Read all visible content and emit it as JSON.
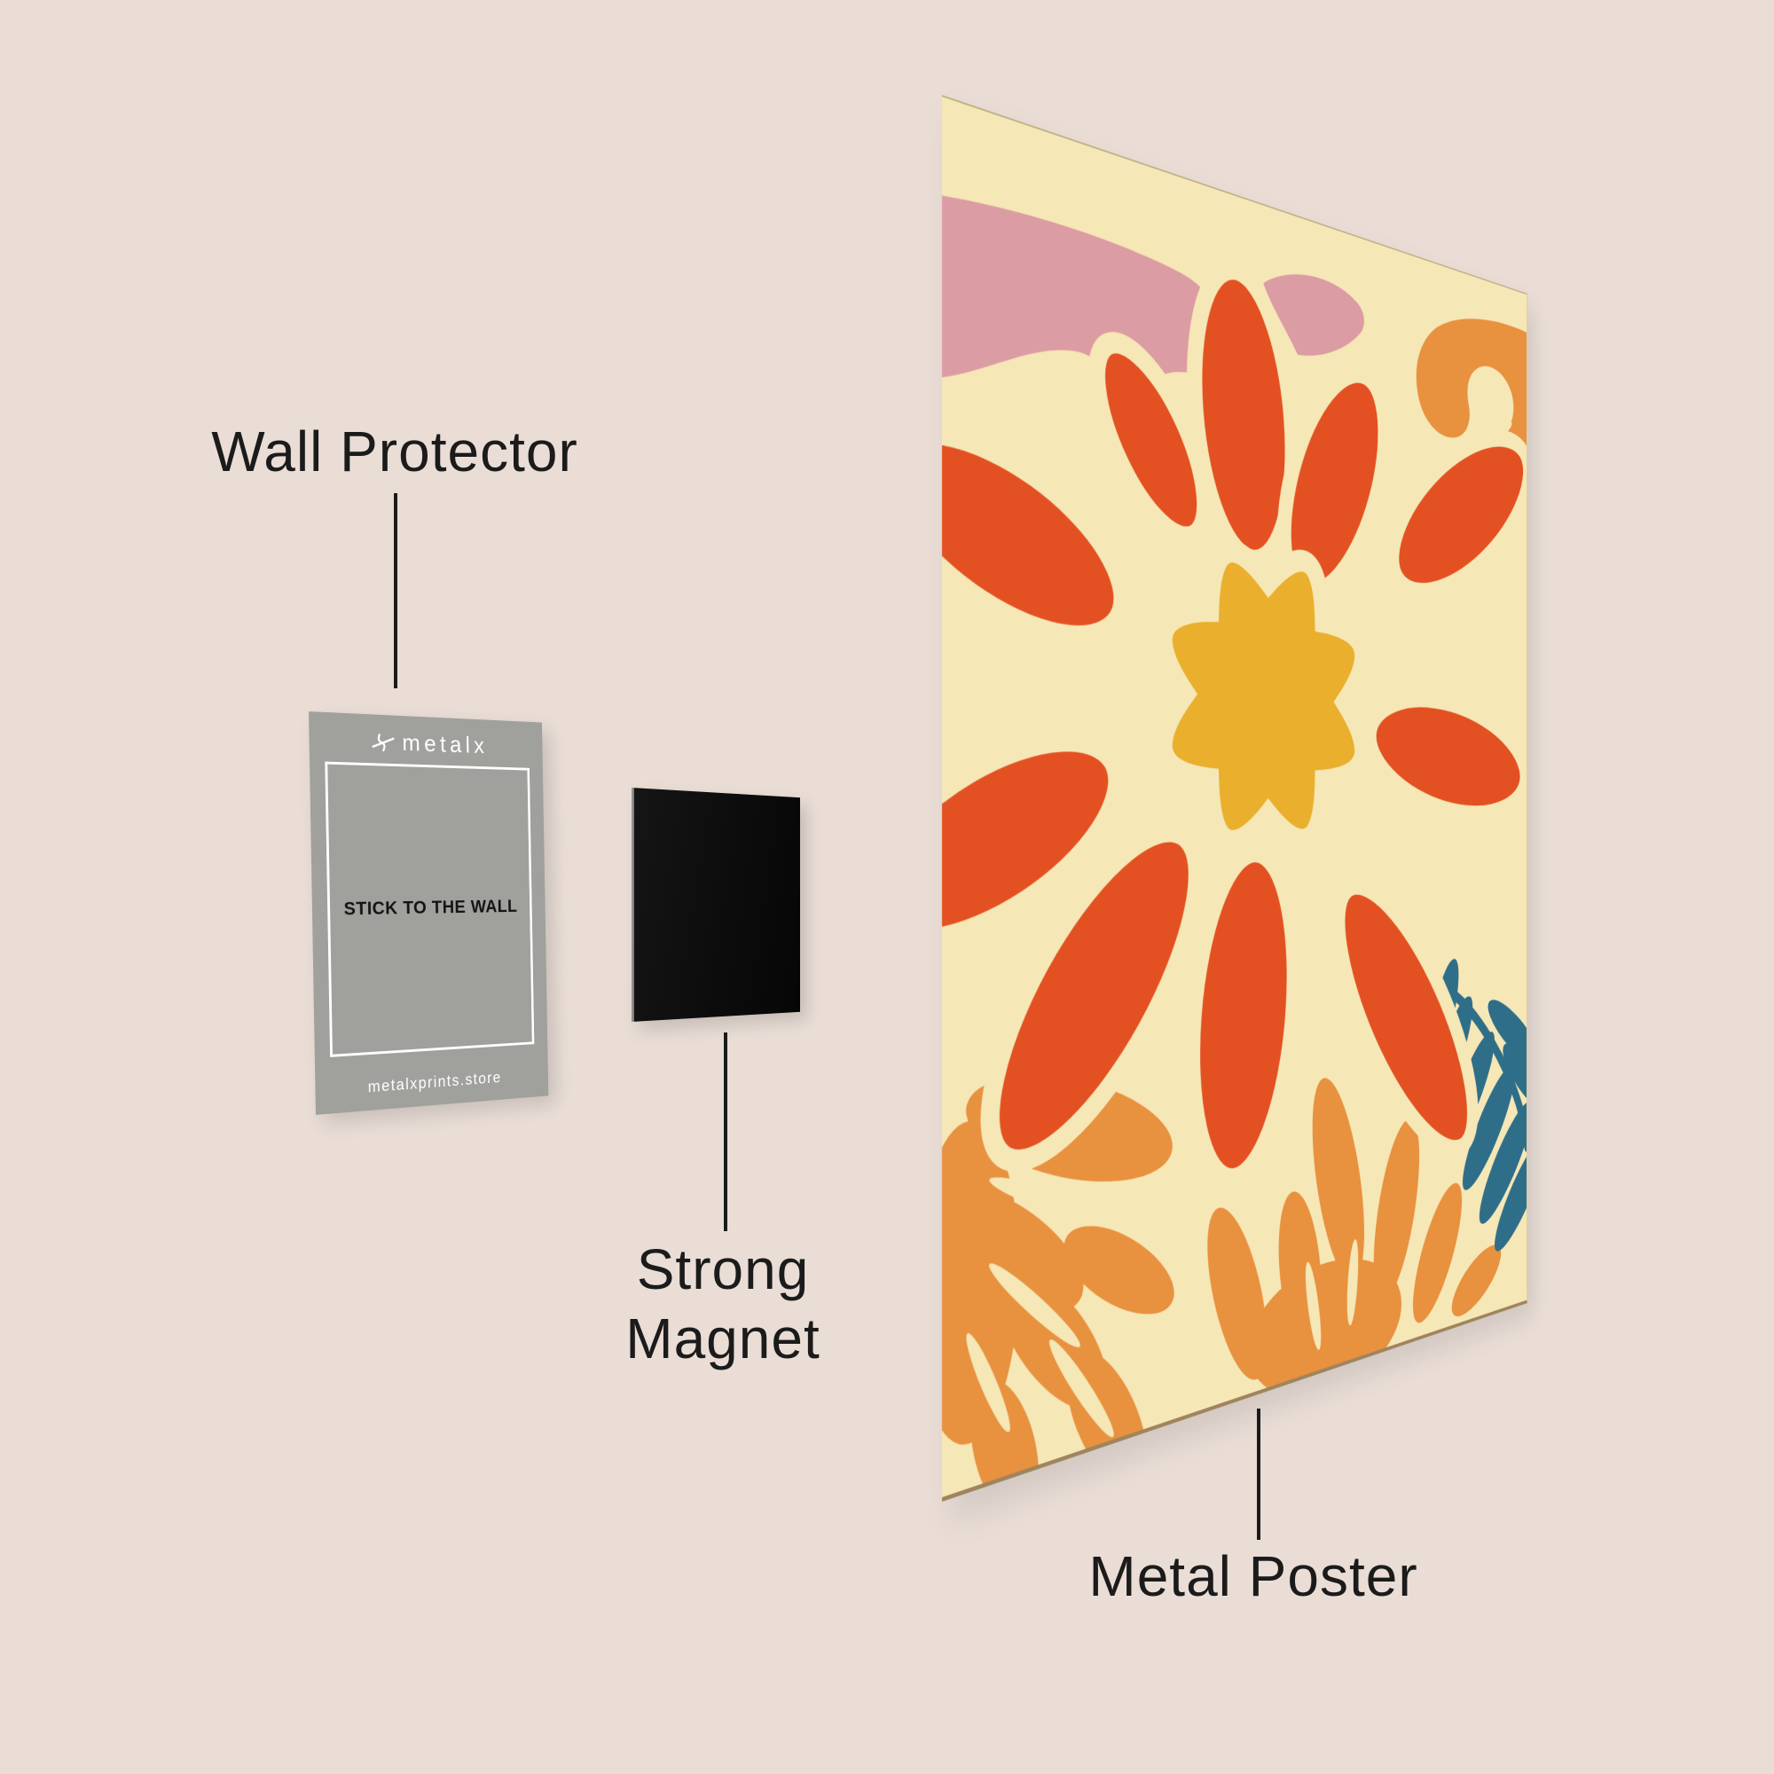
{
  "canvas": {
    "background_color": "#E9DDD6",
    "text_color": "#1B1B1B"
  },
  "labels": {
    "wall_protector": "Wall Protector",
    "strong_magnet": "Strong\nMagnet",
    "metal_poster": "Metal Poster"
  },
  "wall_protector_card": {
    "brand_icon": "metalx-logo-icon",
    "brand_name": "metalx",
    "center_text": "STICK TO THE WALL",
    "footer_text": "metalxprints.store",
    "card_color": "#A0A09C",
    "card_text_color": "#FFFFFF"
  },
  "magnet": {
    "color": "#0C0C0C"
  },
  "poster": {
    "artwork": "abstract-cutout-flower-art",
    "colors": {
      "background": "#F6E7B6",
      "petals": "#E35122",
      "flower_center": "#E9AF2D",
      "pink_shapes": "#DC9CA3",
      "orange_leaves": "#E8913F",
      "teal_leaf": "#2F6E89"
    }
  }
}
